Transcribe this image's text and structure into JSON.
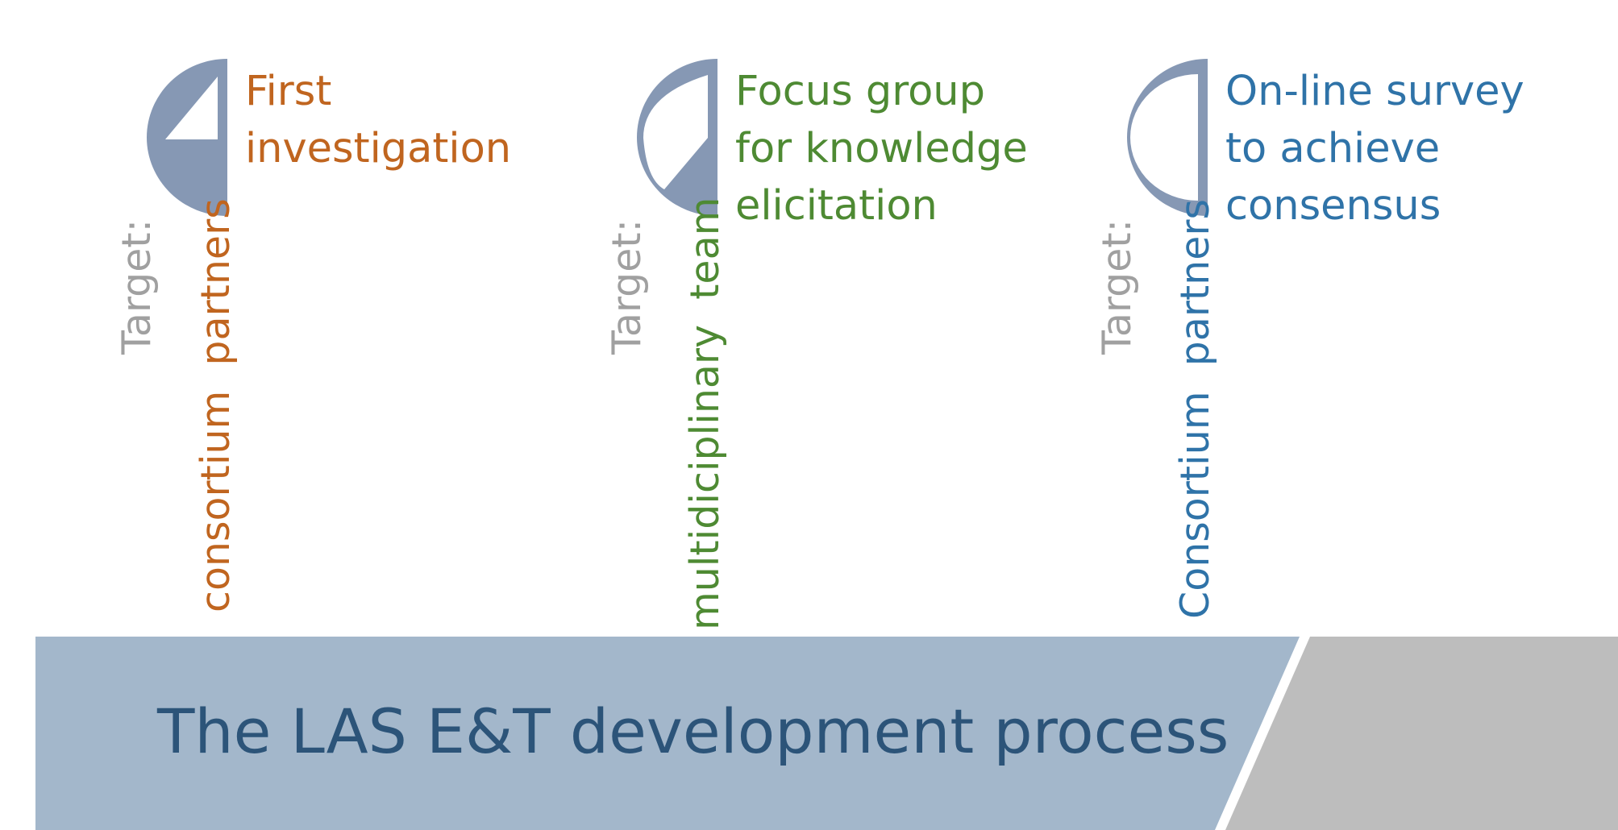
{
  "colors": {
    "icon_fill": "#8698b4",
    "banner_fill": "#a3b7cb",
    "banner_grey": "#bdbdbd",
    "banner_text": "#2c5479"
  },
  "steps": [
    {
      "title_lines": [
        "First",
        "investigation"
      ],
      "color": "#c0651f",
      "icon_name": "half-circle-mostly-filled-icon",
      "target_label": "Target:",
      "target_value": "consortium  partners"
    },
    {
      "title_lines": [
        "Focus group",
        "for knowledge",
        "elicitation"
      ],
      "color": "#4e8a33",
      "icon_name": "half-circle-half-filled-icon",
      "target_label": "Target:",
      "target_value": "multidiciplinary  team"
    },
    {
      "title_lines": [
        "On-line survey",
        "to achieve",
        "consensus"
      ],
      "color": "#2f73a8",
      "icon_name": "half-circle-outline-icon",
      "target_label": "Target:",
      "target_value": "Consortium  partners"
    }
  ],
  "banner": {
    "title": "The LAS E&T development process"
  }
}
